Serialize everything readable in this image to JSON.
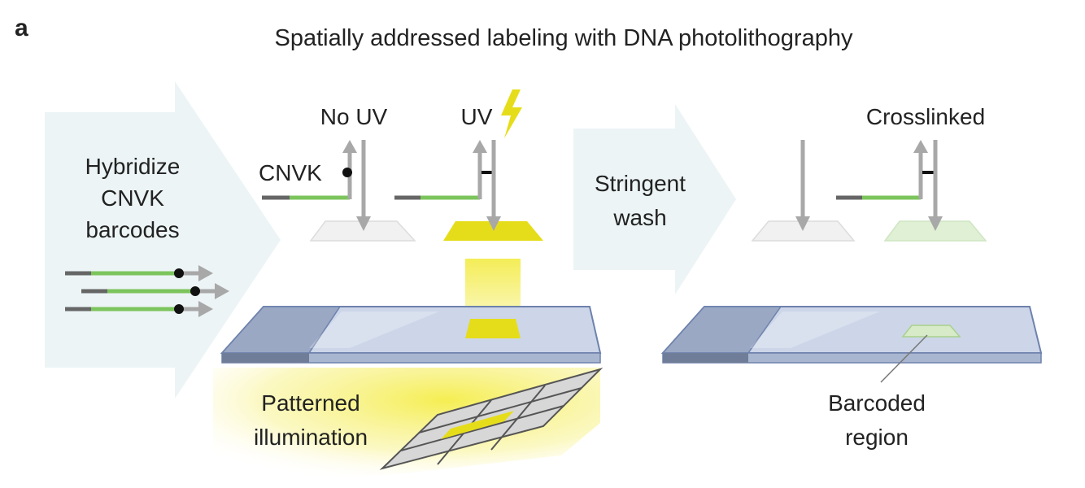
{
  "figure": {
    "panel_letter": "a",
    "title": "Spatially addressed labeling with DNA photolithography"
  },
  "steps": {
    "hybridize": {
      "lines": [
        "Hybridize",
        "CNVK",
        "barcodes"
      ]
    },
    "stringent_wash": {
      "lines": [
        "Stringent",
        "wash"
      ]
    }
  },
  "labels": {
    "no_uv": "No UV",
    "uv": "UV",
    "cnvk": "CNVK",
    "crosslinked": "Crosslinked",
    "patterned_illumination": [
      "Patterned",
      "illumination"
    ],
    "barcoded_region": [
      "Barcoded",
      "region"
    ]
  },
  "colors": {
    "strand_green": "#7cc45c",
    "strand_gray": "#666666",
    "arrow_gray": "#a8a8a8",
    "uv_yellow": "#e6dd1a",
    "big_arrow_fill": "#ecf4f5",
    "slide_blue": "#c9d3e6",
    "slide_edge": "#6e82ad"
  }
}
